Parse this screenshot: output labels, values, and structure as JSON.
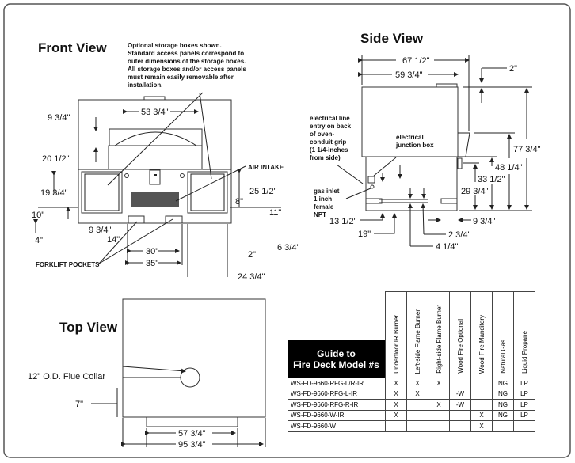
{
  "front_view": {
    "title": "Front View",
    "note": [
      "Optional storage boxes shown.",
      "Standard access panels correspond to",
      "outer dimensions of the storage boxes.",
      "All storage boxes and/or access panels",
      "must remain easily removable after",
      "installation."
    ],
    "dims": {
      "d53_3_4": "53 3/4\"",
      "d9_3_4_top": "9 3/4\"",
      "d20_1_2": "20 1/2\"",
      "d19_3_4": "19 3/4\"",
      "d10": "10\"",
      "d4": "4\"",
      "d9_3_4_bot": "9 3/4\"",
      "d14": "14\"",
      "d30": "30\"",
      "d35": "35\"",
      "d25_1_2": "25 1/2\"",
      "d8": "8\"",
      "d11": "11\"",
      "d6_3_4": "6 3/4\"",
      "d2": "2\"",
      "d24_3_4": "24 3/4\""
    },
    "air_intake": "AIR INTAKE",
    "forklift": "FORKLIFT POCKETS"
  },
  "side_view": {
    "title": "Side View",
    "dims": {
      "d67_1_2": "67 1/2\"",
      "d59_3_4": "59 3/4\"",
      "d2": "2\"",
      "d77_3_4": "77 3/4\"",
      "d48_1_4": "48 1/4\"",
      "d33_1_2": "33 1/2\"",
      "d29_3_4": "29 3/4\"",
      "d9_3_4": "9 3/4\"",
      "d2_3_4": "2 3/4\"",
      "d4_1_4": "4 1/4\"",
      "d13_1_2": "13 1/2\"",
      "d19": "19\""
    },
    "electrical_line": [
      "electrical line",
      "entry on back",
      "of oven-",
      "conduit grip",
      "(1 1/4-inches",
      "from side)"
    ],
    "junction_box": [
      "electrical",
      "junction box"
    ],
    "gas_inlet": [
      "gas inlet",
      "1 inch",
      "female",
      "NPT"
    ]
  },
  "top_view": {
    "title": "Top View",
    "flue": "12\" O.D. Flue Collar",
    "d7": "7\"",
    "d57_3_4": "57 3/4\"",
    "d95_3_4": "95 3/4\""
  },
  "guide_table": {
    "title_line1": "Guide to",
    "title_line2": "Fire Deck Model #s",
    "columns": [
      "Underfloor IR Burner",
      "Left-side Flame Burner",
      "Right-side Flame Burner",
      "Wood Fire Optional",
      "Wood Fire Manditory",
      "Natural Gas",
      "Liquid Propane"
    ],
    "rows": [
      {
        "model": "WS-FD-9660-RFG-L/R-IR",
        "cells": [
          "X",
          "X",
          "X",
          "",
          "",
          "NG",
          "LP"
        ]
      },
      {
        "model": "WS-FD-9660-RFG-L-IR",
        "cells": [
          "X",
          "X",
          "",
          "-W",
          "",
          "NG",
          "LP"
        ]
      },
      {
        "model": "WS-FD-9660-RFG-R-IR",
        "cells": [
          "X",
          "",
          "X",
          "-W",
          "",
          "NG",
          "LP"
        ]
      },
      {
        "model": "WS-FD-9660-W-IR",
        "cells": [
          "X",
          "",
          "",
          "",
          "X",
          "NG",
          "LP"
        ]
      },
      {
        "model": "WS-FD-9660-W",
        "cells": [
          "",
          "",
          "",
          "",
          "X",
          "",
          ""
        ]
      }
    ]
  }
}
